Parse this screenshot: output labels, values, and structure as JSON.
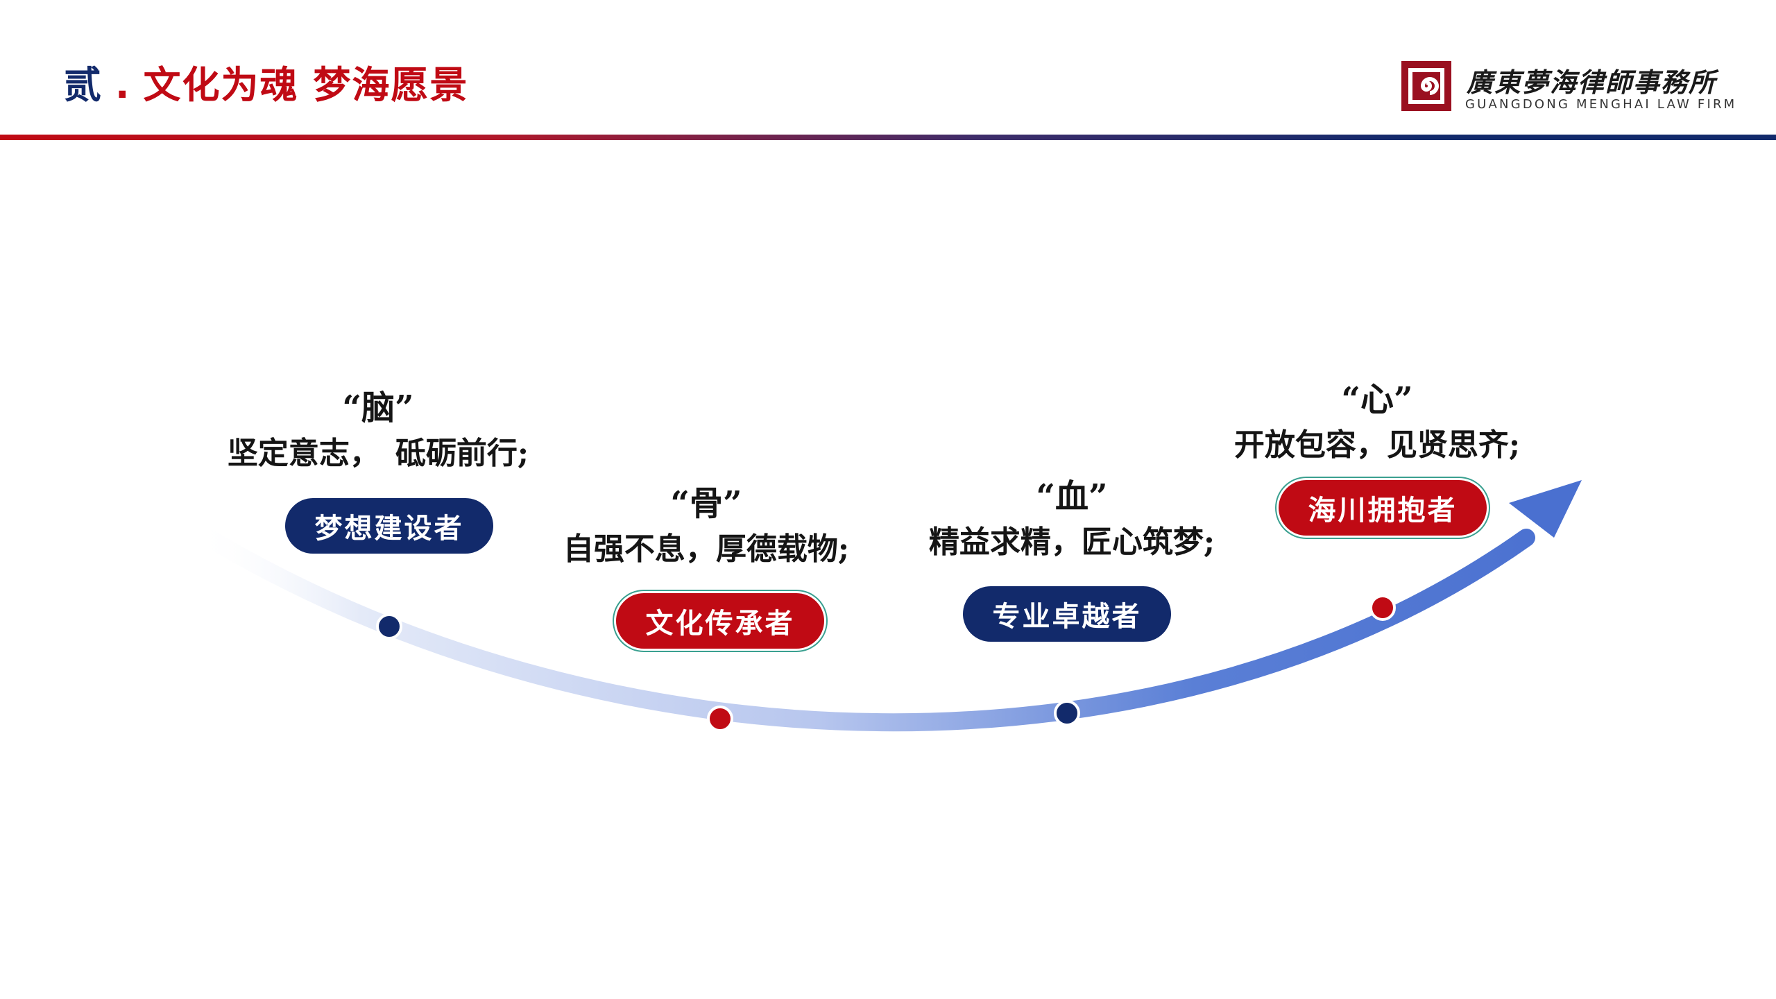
{
  "header": {
    "title_num": "贰",
    "title_dot": ".",
    "title_main": "文化为魂 梦海愿景"
  },
  "logo": {
    "name_cn": "廣東夢海律師事務所",
    "name_en": "GUANGDONG MENGHAI LAW FIRM",
    "icon": "spiral-seal-icon"
  },
  "colors": {
    "navy": "#122a6b",
    "red": "#c00a14",
    "arrow_blue": "#4a70d0"
  },
  "stages": [
    {
      "quote": "“脑”",
      "line": "坚定意志，　砥砺前行;",
      "role": "梦想建设者",
      "color": "navy"
    },
    {
      "quote": "“骨”",
      "line": "自强不息，厚德载物;",
      "role": "文化传承者",
      "color": "red"
    },
    {
      "quote": "“血”",
      "line": "精益求精，匠心筑梦;",
      "role": "专业卓越者",
      "color": "navy"
    },
    {
      "quote": "“心”",
      "line": "开放包容，见贤思齐;",
      "role": "海川拥抱者",
      "color": "red"
    }
  ]
}
